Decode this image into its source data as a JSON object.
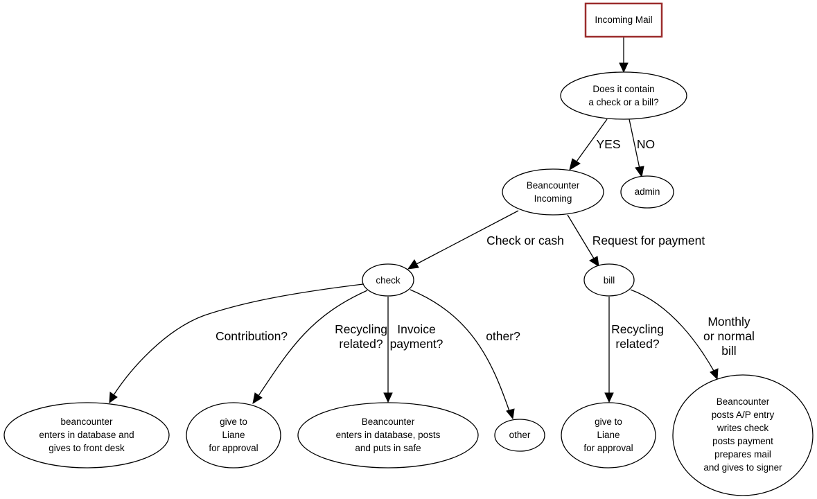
{
  "diagram": {
    "colors": {
      "start_border": "#9b2c2c",
      "line": "#000000",
      "fill": "#ffffff",
      "text": "#000000"
    },
    "nodes": {
      "incoming_mail": [
        "Incoming Mail"
      ],
      "contains_check_or_bill": [
        "Does it contain",
        "a check or a bill?"
      ],
      "admin": [
        "admin"
      ],
      "beancounter_incoming": [
        "Beancounter",
        "Incoming"
      ],
      "check": [
        "check"
      ],
      "bill": [
        "bill"
      ],
      "contribution_entry": [
        "beancounter",
        "enters in database and",
        "gives to front desk"
      ],
      "check_recycling_liane": [
        "give to",
        "Liane",
        "for approval"
      ],
      "invoice_payment_safe": [
        "Beancounter",
        "enters in database, posts",
        "and puts in safe"
      ],
      "other": [
        "other"
      ],
      "bill_recycling_liane": [
        "give to",
        "Liane",
        "for approval"
      ],
      "bill_payment_steps": [
        "Beancounter",
        "posts A/P entry",
        "writes check",
        "posts payment",
        "prepares mail",
        "and gives to signer"
      ]
    },
    "edge_labels": {
      "yes": [
        "YES"
      ],
      "no": [
        "NO"
      ],
      "check_or_cash": [
        "Check or cash"
      ],
      "request_for_payment": [
        "Request for payment"
      ],
      "contribution": [
        "Contribution?"
      ],
      "check_recycling": [
        "Recycling",
        "related?"
      ],
      "invoice_payment": [
        "Invoice",
        "payment?"
      ],
      "other_q": [
        "other?"
      ],
      "bill_recycling": [
        "Recycling",
        "related?"
      ],
      "monthly_bill": [
        "Monthly",
        "or normal",
        "bill"
      ]
    }
  }
}
